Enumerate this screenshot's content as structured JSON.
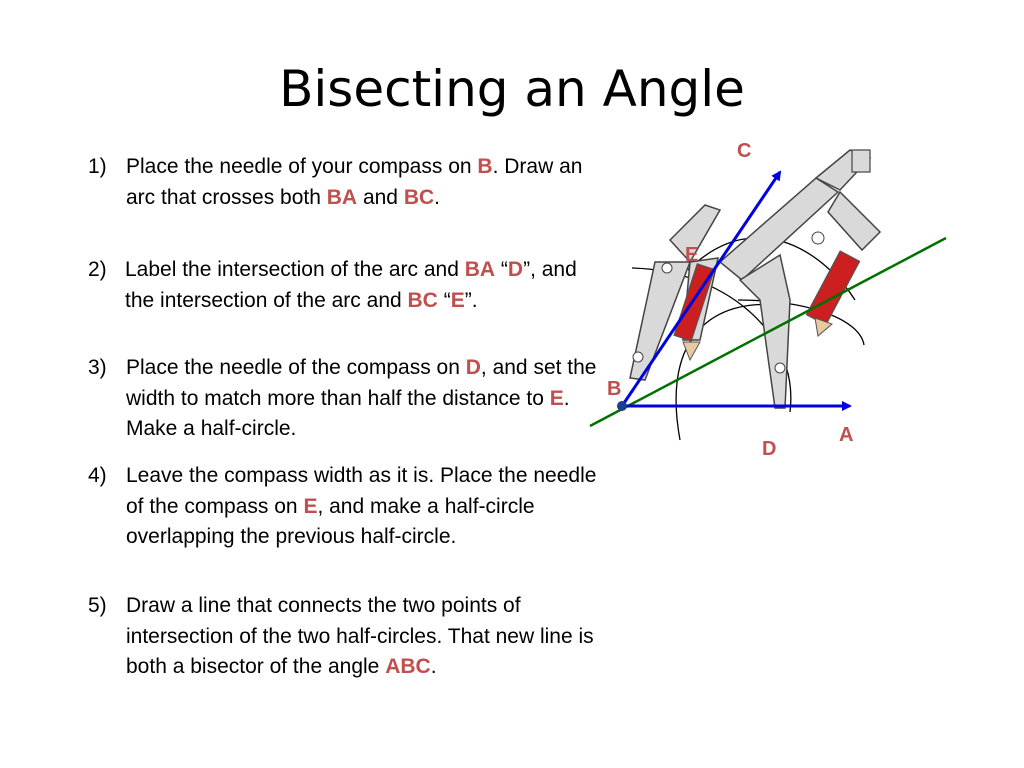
{
  "title": "Bisecting an Angle",
  "steps": [
    {
      "num": "1)",
      "parts": [
        {
          "t": "Place the needle of your compass on "
        },
        {
          "t": "B",
          "h": true
        },
        {
          "t": ". Draw an arc that crosses both "
        },
        {
          "t": "BA",
          "h": true
        },
        {
          "t": " and "
        },
        {
          "t": "BC",
          "h": true
        },
        {
          "t": "."
        }
      ]
    },
    {
      "num": "2)",
      "parts": [
        {
          "t": "Label the intersection of the arc and "
        },
        {
          "t": "BA",
          "h": true
        },
        {
          "t": " “"
        },
        {
          "t": "D",
          "h": true
        },
        {
          "t": "”, and the intersection of the arc and "
        },
        {
          "t": "BC",
          "h": true
        },
        {
          "t": " “"
        },
        {
          "t": "E",
          "h": true
        },
        {
          "t": "”."
        }
      ]
    },
    {
      "num": "3)",
      "parts": [
        {
          "t": "Place the needle of the compass on "
        },
        {
          "t": "D",
          "h": true
        },
        {
          "t": ", and set the width to match more than half the distance to "
        },
        {
          "t": "E",
          "h": true
        },
        {
          "t": ".  Make a half-circle."
        }
      ]
    },
    {
      "num": "4)",
      "parts": [
        {
          "t": "Leave the compass width as it is.  Place the needle of the compass on "
        },
        {
          "t": "E",
          "h": true
        },
        {
          "t": ", and make a half-circle overlapping the previous half-circle."
        }
      ]
    },
    {
      "num": "5)",
      "parts": [
        {
          "t": "Draw a line that connects the two points of intersection of the two half-circles.  That new line is both a bisector of the angle "
        },
        {
          "t": "ABC",
          "h": true
        },
        {
          "t": "."
        }
      ]
    }
  ],
  "diagram": {
    "labels": {
      "C": "C",
      "E": "E",
      "B": "B",
      "A": "A",
      "D": "D"
    },
    "colors": {
      "ray": "#0000e0",
      "bisector": "#007000",
      "label": "#c0504d",
      "arc": "#000000",
      "compass_body": "#d9d9d9",
      "pencil": "#cc1f1f"
    },
    "icons": [
      "compass-icon",
      "compass-icon"
    ]
  }
}
